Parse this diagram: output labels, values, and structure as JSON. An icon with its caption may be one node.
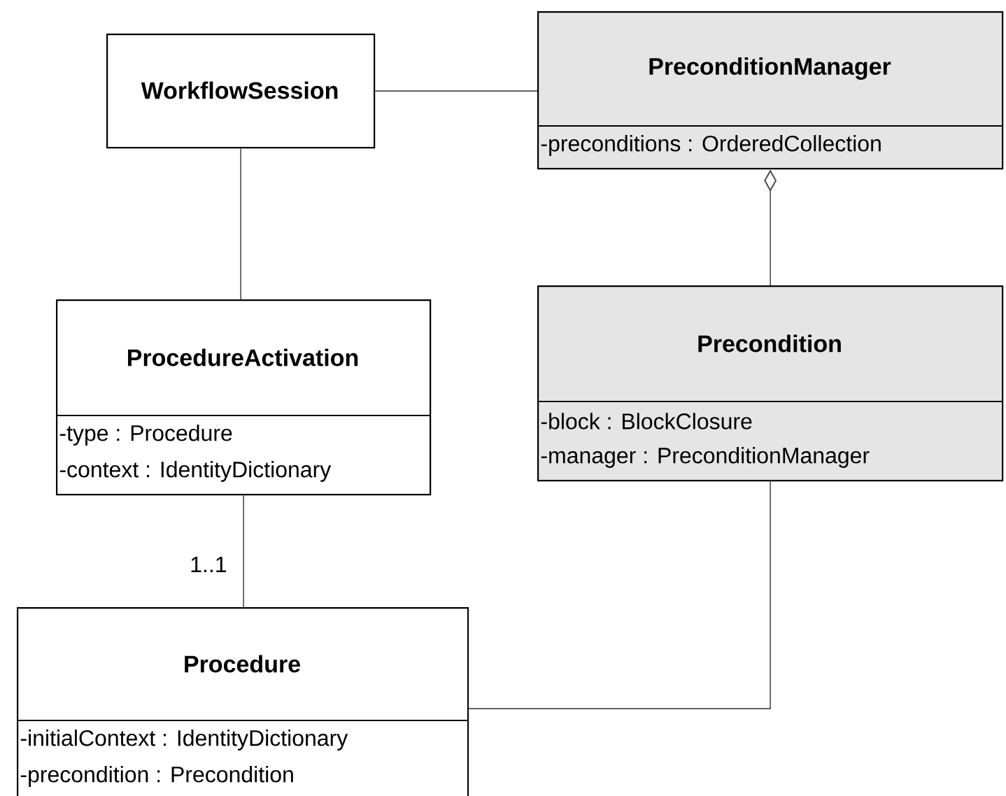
{
  "diagram": {
    "nodes": [
      {
        "text": [
          "WorkflowSession"
        ]
      },
      {
        "text": [
          "PreconditionManager",
          "-preconditions : OrderedCollection"
        ]
      },
      {
        "text": [
          "ProcedureActivation",
          "-type : Procedure",
          "-context : IdentityDictionary"
        ]
      },
      {
        "text": [
          "Precondition",
          "-block : BlockClosure",
          "-manager : PreconditionManager"
        ]
      },
      {
        "text": [
          "Procedure",
          "-initialContext : IdentityDictionary",
          "-precondition : Precondition"
        ]
      }
    ],
    "edges": [
      {
        "from": 0,
        "to": 1,
        "arrow": "none"
      },
      {
        "from": 0,
        "to": 2,
        "arrow": "none"
      },
      {
        "from": 1,
        "to": 3,
        "arrow": "other"
      },
      {
        "from": 2,
        "to": 4,
        "arrow": "none",
        "label": "1..1"
      },
      {
        "from": 3,
        "to": 4,
        "arrow": "none"
      }
    ]
  }
}
